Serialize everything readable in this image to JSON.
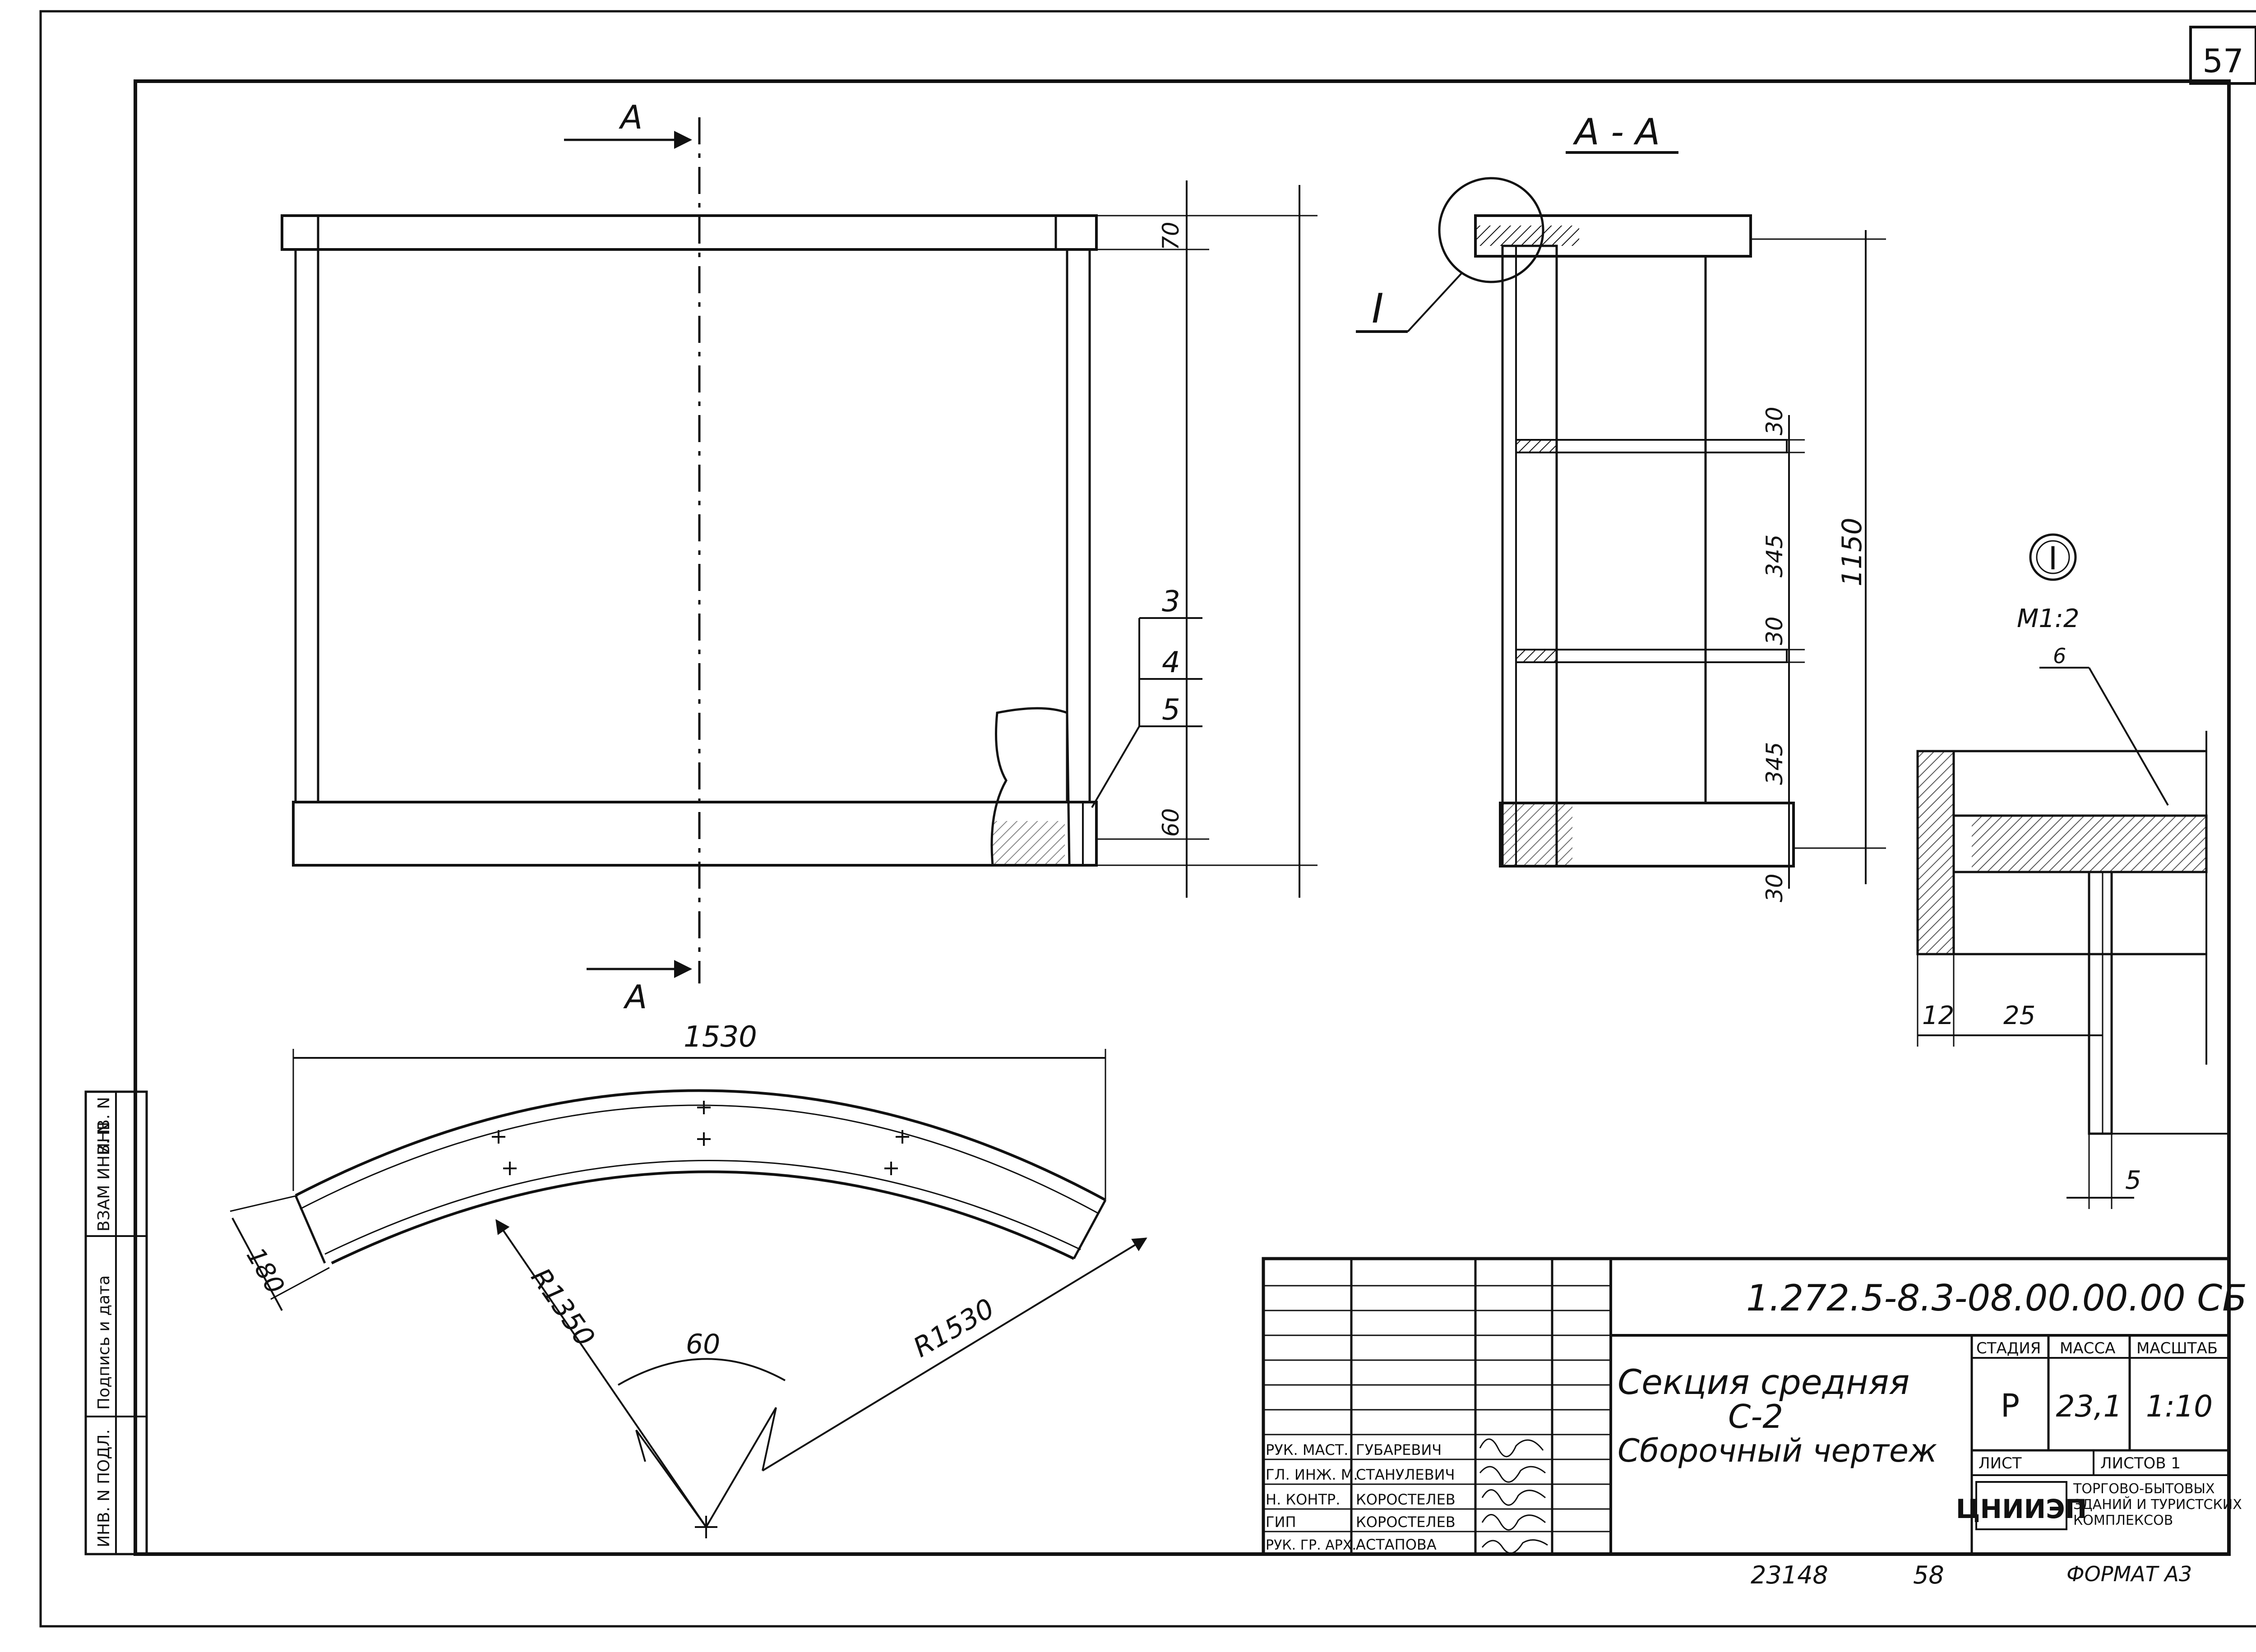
{
  "sheet": {
    "page_number": "57",
    "bottom_number": "58",
    "archive_number": "23148",
    "format_label": "ФОРМАТ А3"
  },
  "side_stamp": {
    "cells": [
      "ИНВ. N ПОДЛ.",
      "Подпись и дата",
      "ВЗАМ ИНВ. N",
      "ИНВ. N"
    ]
  },
  "front_view": {
    "cut_label_top": "A",
    "cut_label_bottom": "A",
    "dim_top": "70",
    "dim_bottom": "60",
    "leaders": [
      "3",
      "4",
      "5"
    ]
  },
  "section_view": {
    "title": "А - А",
    "detail_marker": "I",
    "dim_total": "1150",
    "dims": [
      "30",
      "345",
      "30",
      "345",
      "30"
    ]
  },
  "detail_view": {
    "marker": "I",
    "scale": "М1:2",
    "leader": "6",
    "dims": [
      "12",
      "25",
      "5"
    ]
  },
  "plan_view": {
    "width_dim": "1530",
    "depth_dim": "180",
    "inner_radius": "R1350",
    "outer_radius": "R1530",
    "angle": "60"
  },
  "title_block": {
    "document_code": "1.272.5-8.3-08.00.00.00 СБ",
    "title_line1": "Секция средняя",
    "title_line2": "С-2",
    "title_line3": "Сборочный чертеж",
    "stage_header": "СТАДИЯ",
    "mass_header": "МАССА",
    "scale_header": "МАСШТАБ",
    "stage_value": "Р",
    "mass_value": "23,1",
    "scale_value": "1:10",
    "sheet_label": "ЛИСТ",
    "sheets_label": "ЛИСТОВ 1",
    "org_logo": "ЦНИИЭП",
    "org_name": [
      "ТОРГОВО-БЫТОВЫХ",
      "ЗДАНИЙ И ТУРИСТСКИХ",
      "КОМПЛЕКСОВ"
    ],
    "staff": [
      {
        "role": "РУК. МАСТ.",
        "name": "ГУБАРЕВИЧ"
      },
      {
        "role": "ГЛ. ИНЖ. М.",
        "name": "СТАНУЛЕВИЧ"
      },
      {
        "role": "Н. КОНТР.",
        "name": "КОРОСТЕЛЕВ"
      },
      {
        "role": "ГИП",
        "name": "КОРОСТЕЛЕВ"
      },
      {
        "role": "РУК. ГР. АРХ.",
        "name": "АСТАПОВА"
      }
    ]
  },
  "colors": {
    "ink": "#111111",
    "paper": "#ffffff"
  }
}
